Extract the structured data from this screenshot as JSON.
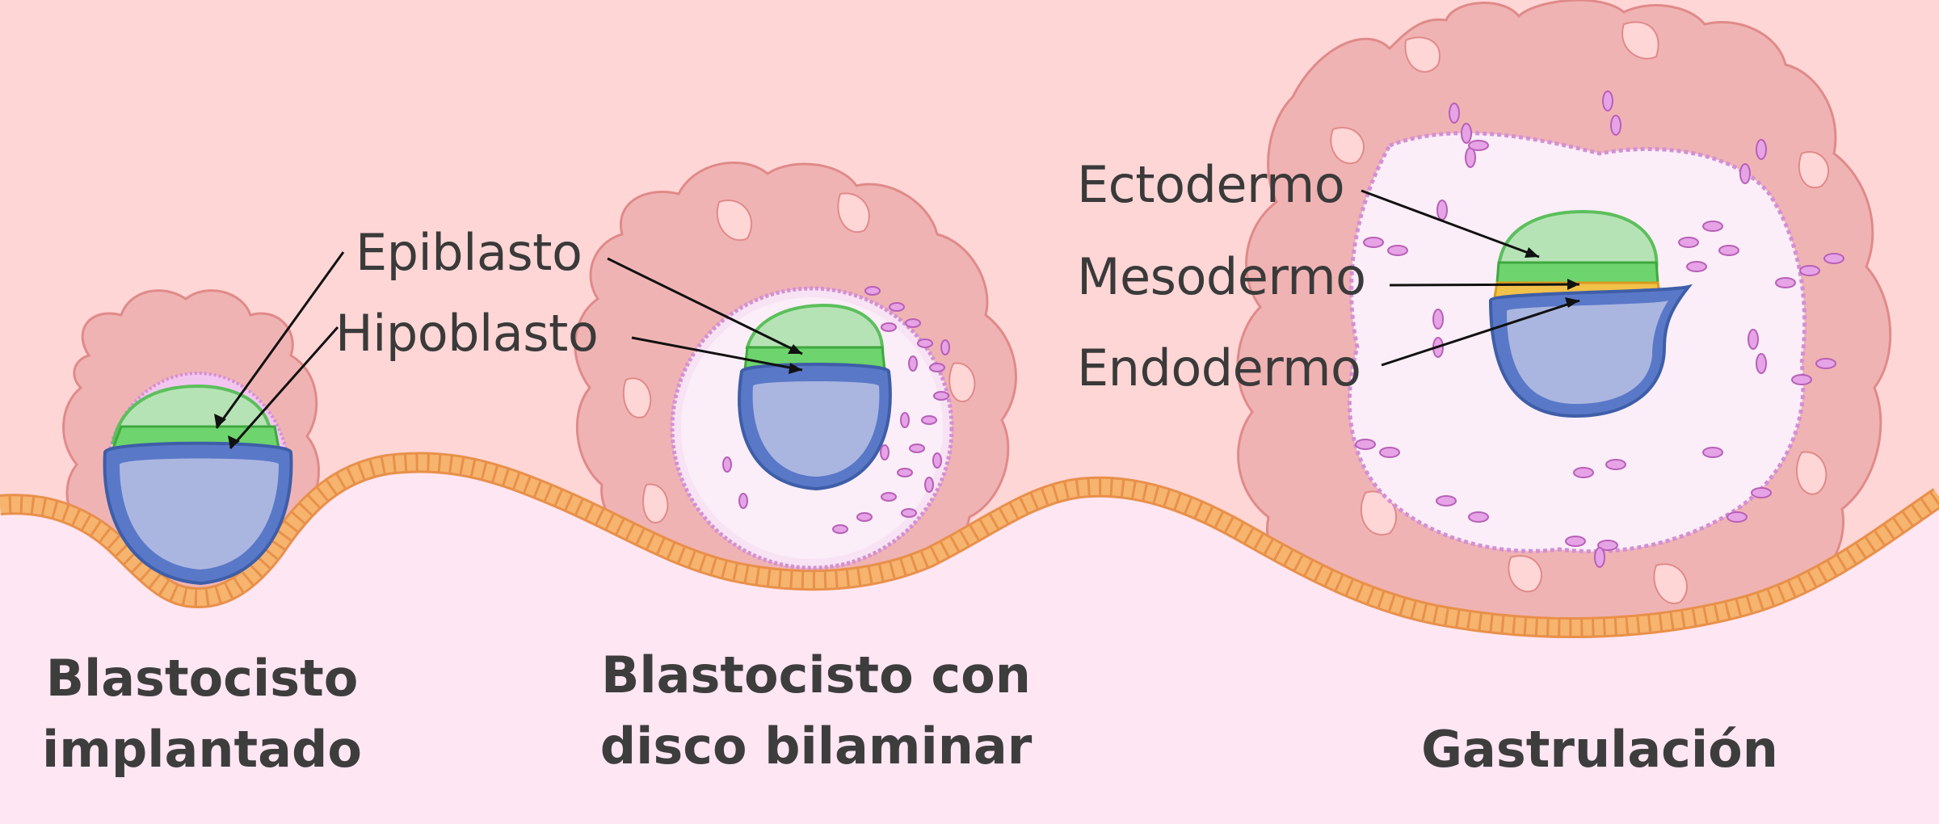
{
  "stages": [
    {
      "caption_line1": "Blastocisto",
      "caption_line2": "implantado",
      "labels": [
        "Epiblasto",
        "Hipoblasto"
      ]
    },
    {
      "caption_line1": "Blastocisto con",
      "caption_line2": "disco bilaminar"
    },
    {
      "caption_line1": "Gastrulación",
      "labels": [
        "Ectodermo",
        "Mesodermo",
        "Endodermo"
      ]
    }
  ],
  "colors": {
    "uterine_background": "#ffd6d6",
    "endometrium_surface": "#ffe6f3",
    "epithelium": "#f0a559",
    "trophoblast": "#f0b3b3",
    "cytotrophoblast_cells": "#e6a3e6",
    "epiblast_ectoderm": "#6ed46e",
    "hypoblast_endoderm": "#5a78c8",
    "mesoderm": "#f2c14a",
    "cavity": "#aab6e0",
    "amniotic_cavity": "#b6e3b6"
  }
}
